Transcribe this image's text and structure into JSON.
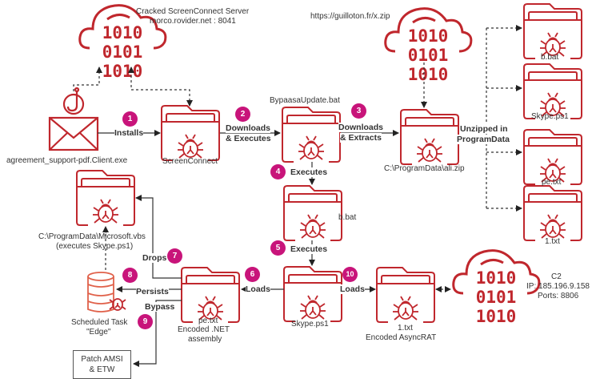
{
  "colors": {
    "icon": "#c0272d",
    "badge": "#c8147a",
    "line": "#333333"
  },
  "nodes": {
    "cracked_server": {
      "icon": "cloud-binary-icon",
      "line1": "Cracked ScreenConnect Server",
      "line2": "morco.rovider.net : 8041"
    },
    "zip_url": {
      "icon": "cloud-binary-icon",
      "label": "https://guilloton.fr/x.zip"
    },
    "c2": {
      "icon": "cloud-binary-icon",
      "line1": "C2",
      "line2": "IP: 185.196.9.158",
      "line3": "Ports: 8806"
    },
    "phish": {
      "icon": "phishing-email-icon",
      "label": "agreement_support-pdf.Client.exe"
    },
    "screenconnect": {
      "icon": "malware-folder-icon",
      "label": "ScreenConnect"
    },
    "bypaasa": {
      "icon": "malware-folder-icon",
      "label": "BypaasaUpdate.bat"
    },
    "ali_zip": {
      "icon": "malware-folder-icon",
      "label": "C:\\ProgramData\\ali.zip"
    },
    "bbat_mid": {
      "icon": "malware-folder-icon",
      "label": "b.bat"
    },
    "skype_ps1": {
      "icon": "malware-folder-icon",
      "label": "Skype.ps1"
    },
    "pe_txt": {
      "icon": "malware-folder-icon",
      "line1": "pe.txt",
      "line2": "Encoded .NET",
      "line3": "assembly"
    },
    "one_txt": {
      "icon": "malware-folder-icon",
      "line1": "1.txt",
      "line2": "Encoded AsyncRAT"
    },
    "vbs": {
      "icon": "malware-folder-icon",
      "line1": "C:\\ProgramData\\Microsoft.vbs",
      "line2": "(executes Skype.ps1)"
    },
    "sched_task": {
      "icon": "database-bug-icon",
      "line1": "Scheduled Task",
      "line2": "\"Edge\""
    },
    "patch": {
      "line1": "Patch AMSI",
      "line2": "& ETW"
    },
    "ex_bbat": {
      "icon": "malware-folder-icon",
      "label": "b.bat"
    },
    "ex_skype": {
      "icon": "malware-folder-icon",
      "label": "Skype.ps1"
    },
    "ex_pe": {
      "icon": "malware-folder-icon",
      "label": "pe.txt"
    },
    "ex_one": {
      "icon": "malware-folder-icon",
      "label": "1.txt"
    }
  },
  "edges": {
    "installs": "Installs",
    "dl_exec_1": "Downloads",
    "dl_exec_2": "& Executes",
    "dl_extract_1": "Downloads",
    "dl_extract_2": "& Extracts",
    "unzipped_1": "Unzipped in",
    "unzipped_2": "ProgramData",
    "executes_4": "Executes",
    "executes_5": "Executes",
    "loads_6": "Loads",
    "loads_10": "Loads",
    "drops": "Drops",
    "persists": "Persists",
    "bypass": "Bypass"
  },
  "steps": [
    "1",
    "2",
    "3",
    "4",
    "5",
    "6",
    "7",
    "8",
    "9",
    "10"
  ]
}
